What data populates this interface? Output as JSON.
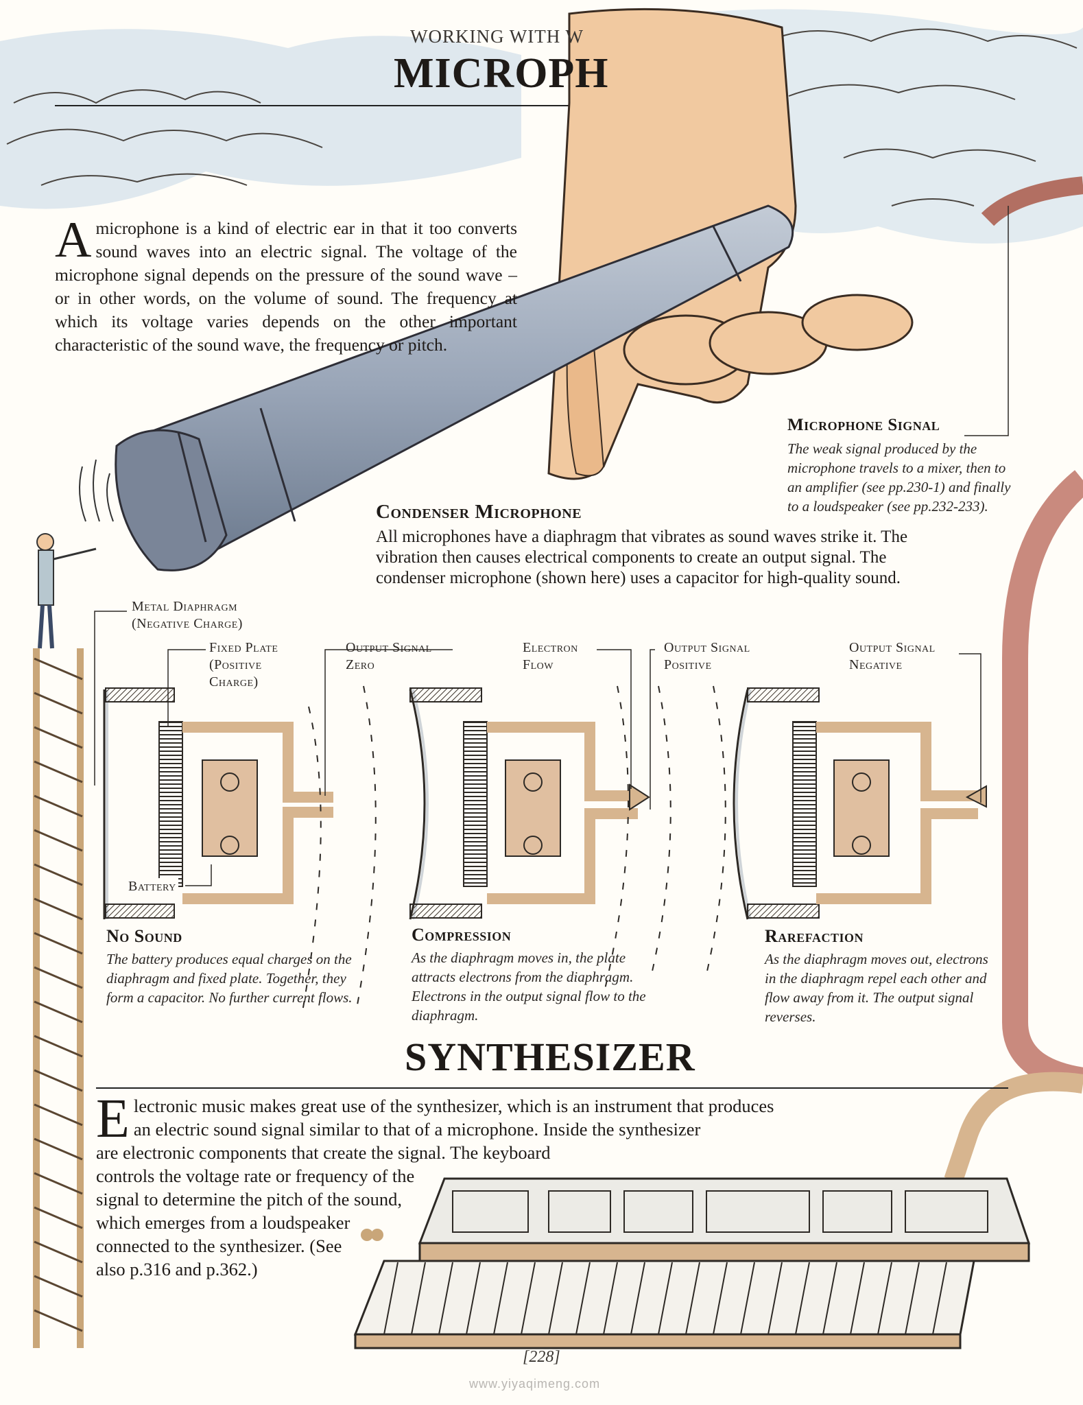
{
  "header": {
    "running_head": "WORKING WITH W",
    "title": "MICROPH"
  },
  "intro": {
    "drop_cap": "A",
    "text": "microphone is a kind of electric ear in that it too converts sound waves into an electric signal. The voltage of the microphone signal depends on the pressure of the sound wave – or in other words, on the volume of sound. The frequency at which its voltage varies depends on the other important characteristic of the sound wave, the frequency or pitch."
  },
  "mic_signal": {
    "heading": "Microphone Signal",
    "text": "The weak signal produced by the microphone travels to a mixer, then to an amplifier (see pp.230-1) and finally to a loudspeaker (see pp.232-233)."
  },
  "condenser": {
    "heading": "Condenser Microphone",
    "text": "All microphones have a diaphragm that vibrates as sound waves strike it. The vibration then causes electrical components to create an output signal. The condenser microphone (shown here) uses a capacitor for high-quality sound."
  },
  "labels": {
    "metal_diaphragm": [
      "Metal Diaphragm",
      "(Negative Charge)"
    ],
    "fixed_plate": [
      "Fixed Plate",
      "(Positive",
      "Charge)"
    ],
    "output_zero": [
      "Output Signal",
      "Zero"
    ],
    "electron_flow": [
      "Electron",
      "Flow"
    ],
    "output_positive": [
      "Output Signal",
      "Positive"
    ],
    "output_negative": [
      "Output Signal",
      "Negative"
    ],
    "battery": "Battery"
  },
  "states": [
    {
      "heading": "No Sound",
      "text": "The battery produces equal charges on the diaphragm and fixed plate. Together, they form a capacitor. No further current flows."
    },
    {
      "heading": "Compression",
      "text": "As the diaphragm moves in, the plate attracts electrons from the diaphragm. Electrons in the output signal flow to the diaphragm."
    },
    {
      "heading": "Rarefaction",
      "text": "As the diaphragm moves out, electrons in the diaphragm repel each other and flow away from it. The output signal reverses."
    }
  ],
  "synth": {
    "title": "SYNTHESIZER",
    "drop_cap": "E",
    "line1": "lectronic music makes great use of the synthesizer, which is an instrument that produces",
    "line2": "an electric sound signal similar to that of a microphone. Inside the synthesizer",
    "rest": "are electronic components that create the signal. The keyboard controls the voltage rate or frequency of the signal to determine the pitch of the sound, which emerges from a loudspeaker connected to the synthesizer. (See also p.316 and p.362.)"
  },
  "footer": {
    "page_number": "[228]",
    "watermark": "www.yiyaqimeng.com"
  },
  "colors": {
    "sky": "#dce6ec",
    "skin": "#f1c9a0",
    "mic_body": "#9aa6b8",
    "cable": "#c98a7e",
    "circuit": "#d7b58f",
    "battery": "#e0bfa0"
  }
}
